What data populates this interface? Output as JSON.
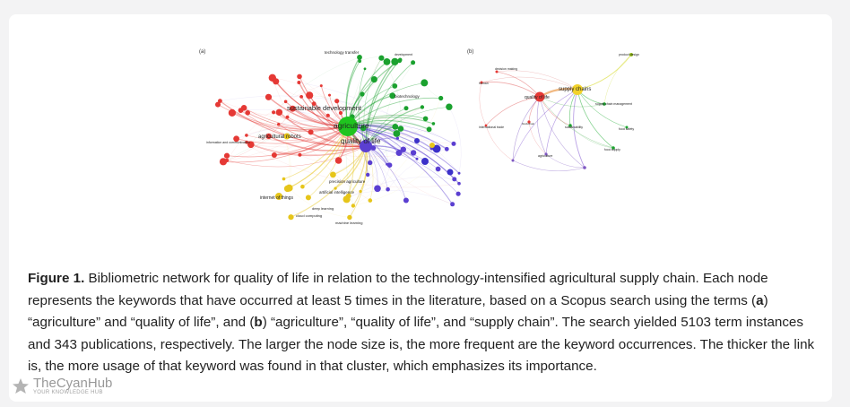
{
  "figure": {
    "panel_a_label": "(a)",
    "panel_b_label": "(b)",
    "panel_a_nodes": [
      {
        "label": "technology transfer",
        "color": "#1aa12e"
      },
      {
        "label": "development",
        "color": "#1aa12e"
      },
      {
        "label": "sustainable development",
        "color": "#e53935"
      },
      {
        "label": "agriculture",
        "color": "#1fc41f"
      },
      {
        "label": "quality of life",
        "color": "#5b3fd1"
      },
      {
        "label": "agricultural robots",
        "color": "#e53935"
      },
      {
        "label": "internet of things",
        "color": "#e6c51a"
      },
      {
        "label": "artificial intelligence",
        "color": "#e6c51a"
      },
      {
        "label": "precision agriculture",
        "color": "#e6c51a"
      },
      {
        "label": "deep learning",
        "color": "#e6c51a"
      },
      {
        "label": "cloud computing",
        "color": "#e6c51a"
      },
      {
        "label": "machine learning",
        "color": "#5b3fd1"
      },
      {
        "label": "information and communication",
        "color": "#e53935"
      },
      {
        "label": "biotechnology",
        "color": "#1aa12e"
      }
    ],
    "panel_b_nodes": [
      {
        "label": "supply chains",
        "color": "#f2d22a"
      },
      {
        "label": "quality of life",
        "color": "#e53935"
      },
      {
        "label": "product design",
        "color": "#9cc71a"
      },
      {
        "label": "decision making",
        "color": "#e53935"
      },
      {
        "label": "human",
        "color": "#e53935"
      },
      {
        "label": "supply chain management",
        "color": "#1aa12e"
      },
      {
        "label": "international trade",
        "color": "#e53935"
      },
      {
        "label": "blockchain",
        "color": "#1aa12e"
      },
      {
        "label": "sustainability",
        "color": "#1aa12e"
      },
      {
        "label": "food safety",
        "color": "#7e57c2"
      },
      {
        "label": "food supply",
        "color": "#7e57c2"
      },
      {
        "label": "agriculture",
        "color": "#7e57c2"
      }
    ]
  },
  "caption": {
    "fig_label": "Figure 1.",
    "text_1": " Bibliometric network for quality of life in relation to the technology-intensified agricultural supply chain. Each node represents the keywords that have occurred at least 5 times in the literature, based on a Scopus search using the terms (",
    "a": "a",
    "text_2": ") “agriculture” and “quality of life”, and (",
    "b": "b",
    "text_3": ") “agriculture”, “quality of life”, and “supply chain”. The search yielded 5103 term instances and 343 publications, respectively. The larger the node size is, the more frequent are the keyword occurrences. The thicker the link is, the more usage of that keyword was found in that cluster, which emphasizes its importance."
  },
  "watermark": {
    "title": "TheCyanHub",
    "subtitle": "YOUR KNOWLEDGE HUB"
  }
}
